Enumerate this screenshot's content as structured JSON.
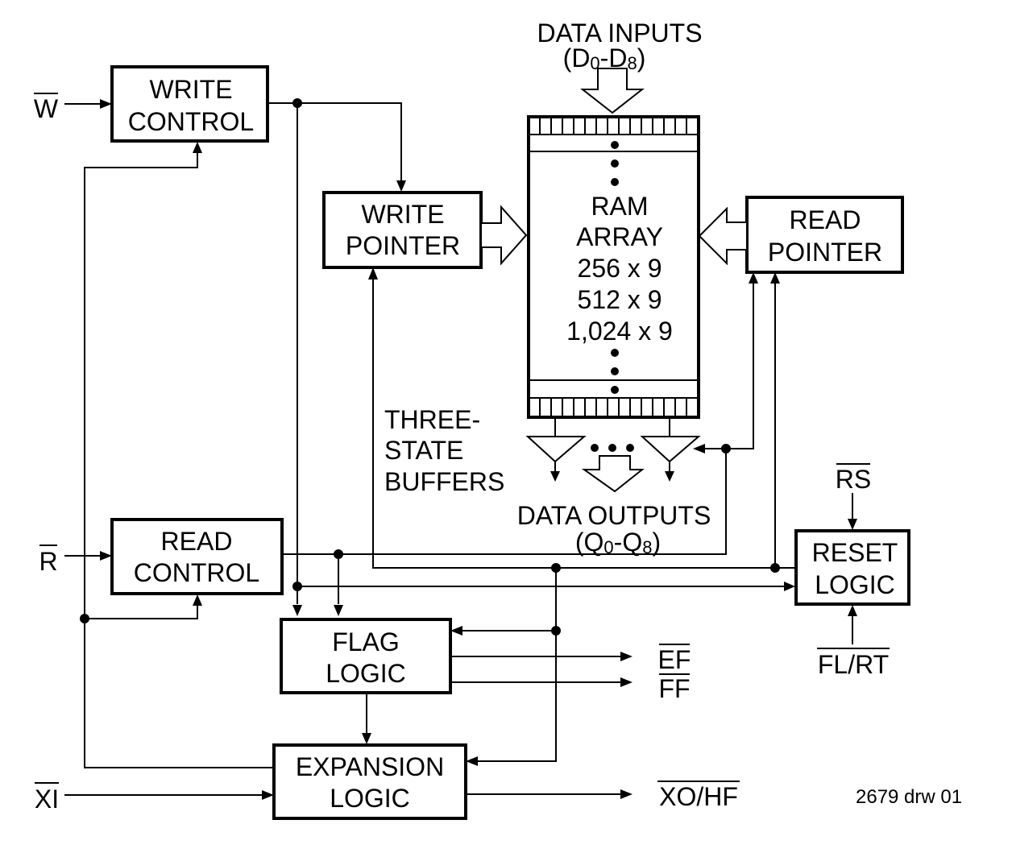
{
  "blocks": {
    "write_control": [
      "WRITE",
      "CONTROL"
    ],
    "read_control": [
      "READ",
      "CONTROL"
    ],
    "write_pointer": [
      "WRITE",
      "POINTER"
    ],
    "read_pointer": [
      "READ",
      "POINTER"
    ],
    "ram_array": [
      "RAM",
      "ARRAY",
      "256 x 9",
      "512 x 9",
      "1,024 x 9"
    ],
    "flag_logic": [
      "FLAG",
      "LOGIC"
    ],
    "expansion_logic": [
      "EXPANSION",
      "LOGIC"
    ],
    "reset_logic": [
      "RESET",
      "LOGIC"
    ]
  },
  "labels": {
    "data_inputs": "DATA INPUTS",
    "data_inputs_prefix": "(D",
    "data_inputs_sub1": "0",
    "data_inputs_mid": "-D",
    "data_inputs_sub2": "8",
    "data_inputs_suffix": ")",
    "data_outputs": "DATA OUTPUTS",
    "data_outputs_prefix": "(Q",
    "data_outputs_sub1": "0",
    "data_outputs_mid": "-Q",
    "data_outputs_sub2": "8",
    "data_outputs_suffix": ")",
    "three_state": [
      "THREE-",
      "STATE",
      "BUFFERS"
    ],
    "drawing_number": "2679 drw 01"
  },
  "signals": {
    "w": "W",
    "r": "R",
    "xi": "XI",
    "rs": "RS",
    "fl_rt": "FL/RT",
    "ef": "EF",
    "ff": "FF",
    "xo_hf": "XO/HF"
  }
}
